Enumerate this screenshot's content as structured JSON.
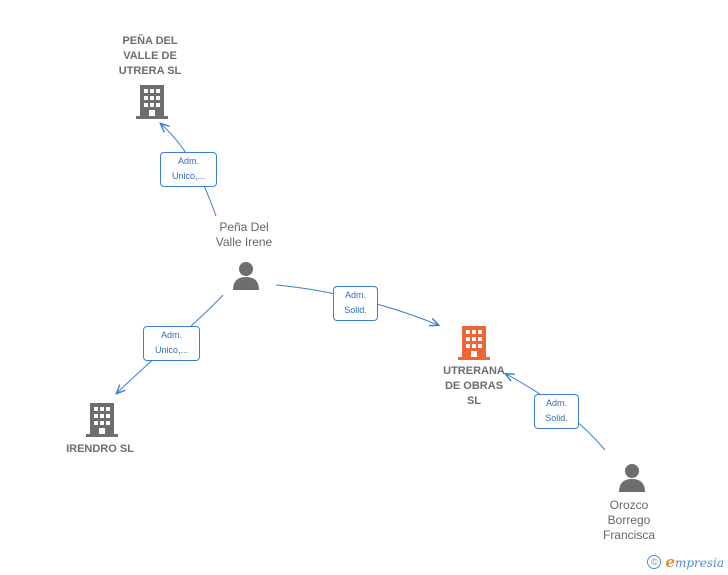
{
  "colors": {
    "edge": "#3b7fd4",
    "icon_gray": "#6e6e6e",
    "focus_company": "#f26532"
  },
  "nodes": {
    "pena_del_valle_utrera": {
      "label_lines": [
        "PEÑA DEL",
        "VALLE DE",
        "UTRERA  SL"
      ],
      "icon": "building-icon"
    },
    "pena_del_valle_irene": {
      "label_lines": [
        "Peña Del",
        "Valle Irene"
      ],
      "icon": "person-icon"
    },
    "irendro": {
      "label_lines": [
        "IRENDRO  SL"
      ],
      "icon": "building-icon"
    },
    "utrerana_de_obras": {
      "label_lines": [
        "UTRERANA",
        "DE OBRAS",
        "SL"
      ],
      "icon": "building-icon"
    },
    "orozco_borrego": {
      "label_lines": [
        "Orozco",
        "Borrego",
        "Francisca"
      ],
      "icon": "person-icon"
    }
  },
  "edges": {
    "irene_to_pena_utrera": {
      "lines": [
        "Adm.",
        "Unico,..."
      ]
    },
    "irene_to_irendro": {
      "lines": [
        "Adm.",
        "Unico,..."
      ]
    },
    "irene_to_utrerana": {
      "lines": [
        "Adm.",
        "Solid."
      ]
    },
    "orozco_to_utrerana": {
      "lines": [
        "Adm.",
        "Solid."
      ]
    }
  },
  "footer": {
    "copyright_symbol": "©",
    "brand_initial": "e",
    "brand_rest": "mpresia"
  }
}
